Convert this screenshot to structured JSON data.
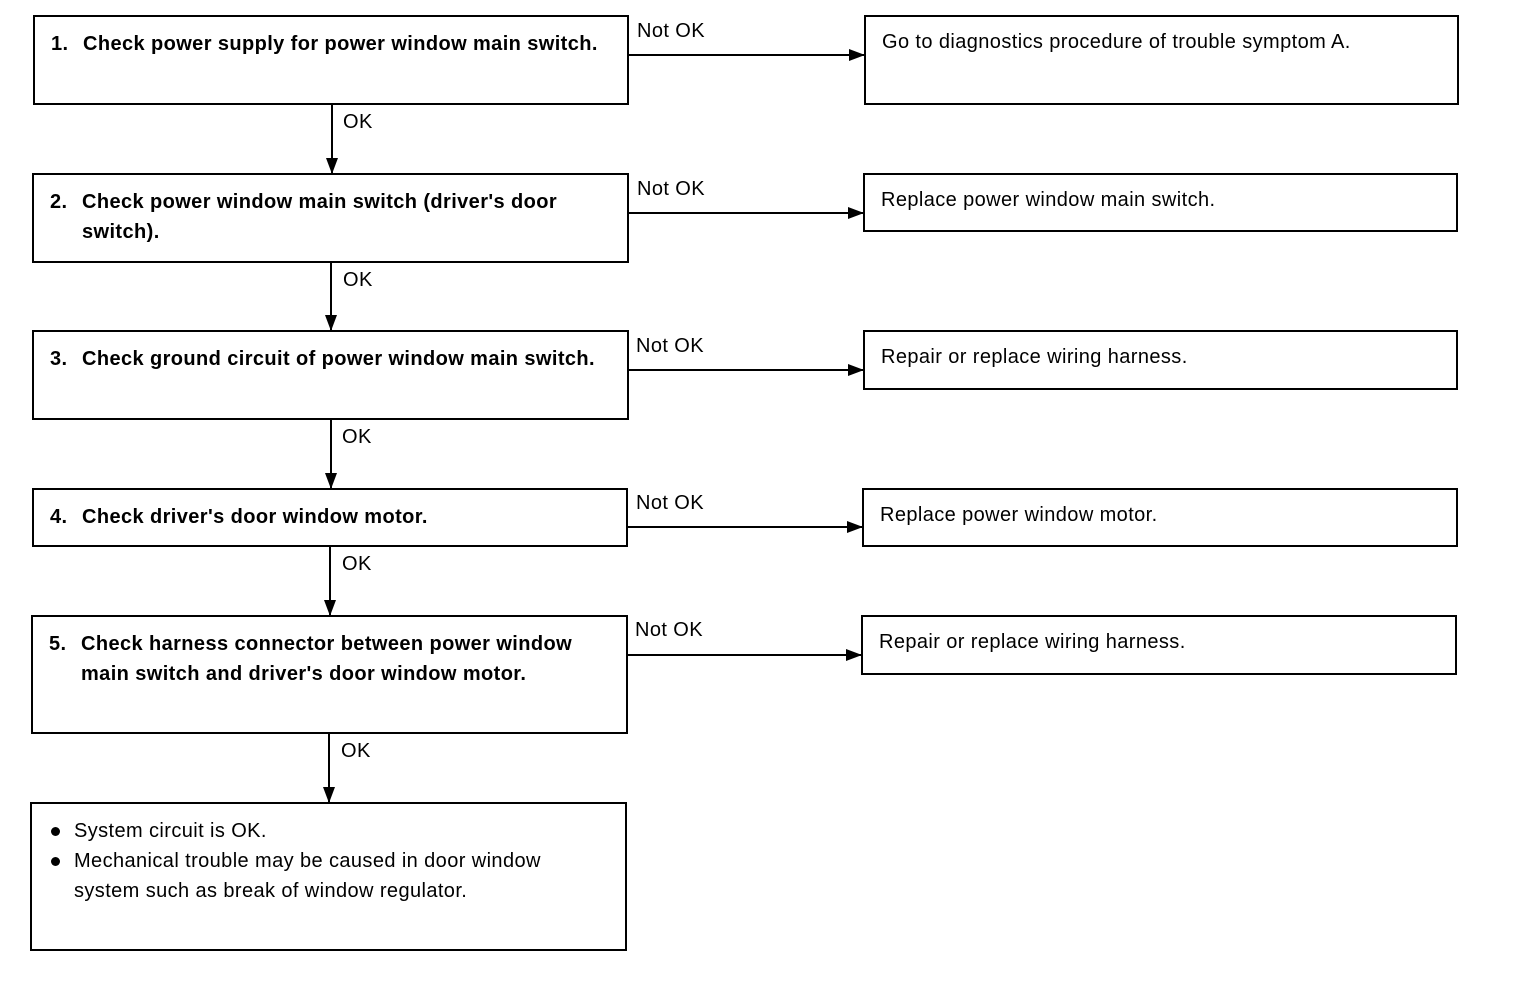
{
  "ok_label": "OK",
  "not_ok_label": "Not OK",
  "steps": [
    {
      "number": "1.",
      "text": "Check power supply for power window main switch.",
      "remedy": "Go to diagnostics procedure of trouble symptom A."
    },
    {
      "number": "2.",
      "text": "Check power window main switch (driver's door switch).",
      "remedy": "Replace power window main switch."
    },
    {
      "number": "3.",
      "text": "Check ground circuit of power window main switch.",
      "remedy": "Repair or replace wiring harness."
    },
    {
      "number": "4.",
      "text": "Check driver's door window motor.",
      "remedy": "Replace power window motor."
    },
    {
      "number": "5.",
      "text": "Check harness connector between power window main switch and driver's door window motor.",
      "remedy": "Repair or replace wiring harness."
    }
  ],
  "result": {
    "bullets": [
      "System circuit is OK.",
      "Mechanical trouble may be caused in door window system such as break of window regulator."
    ]
  }
}
